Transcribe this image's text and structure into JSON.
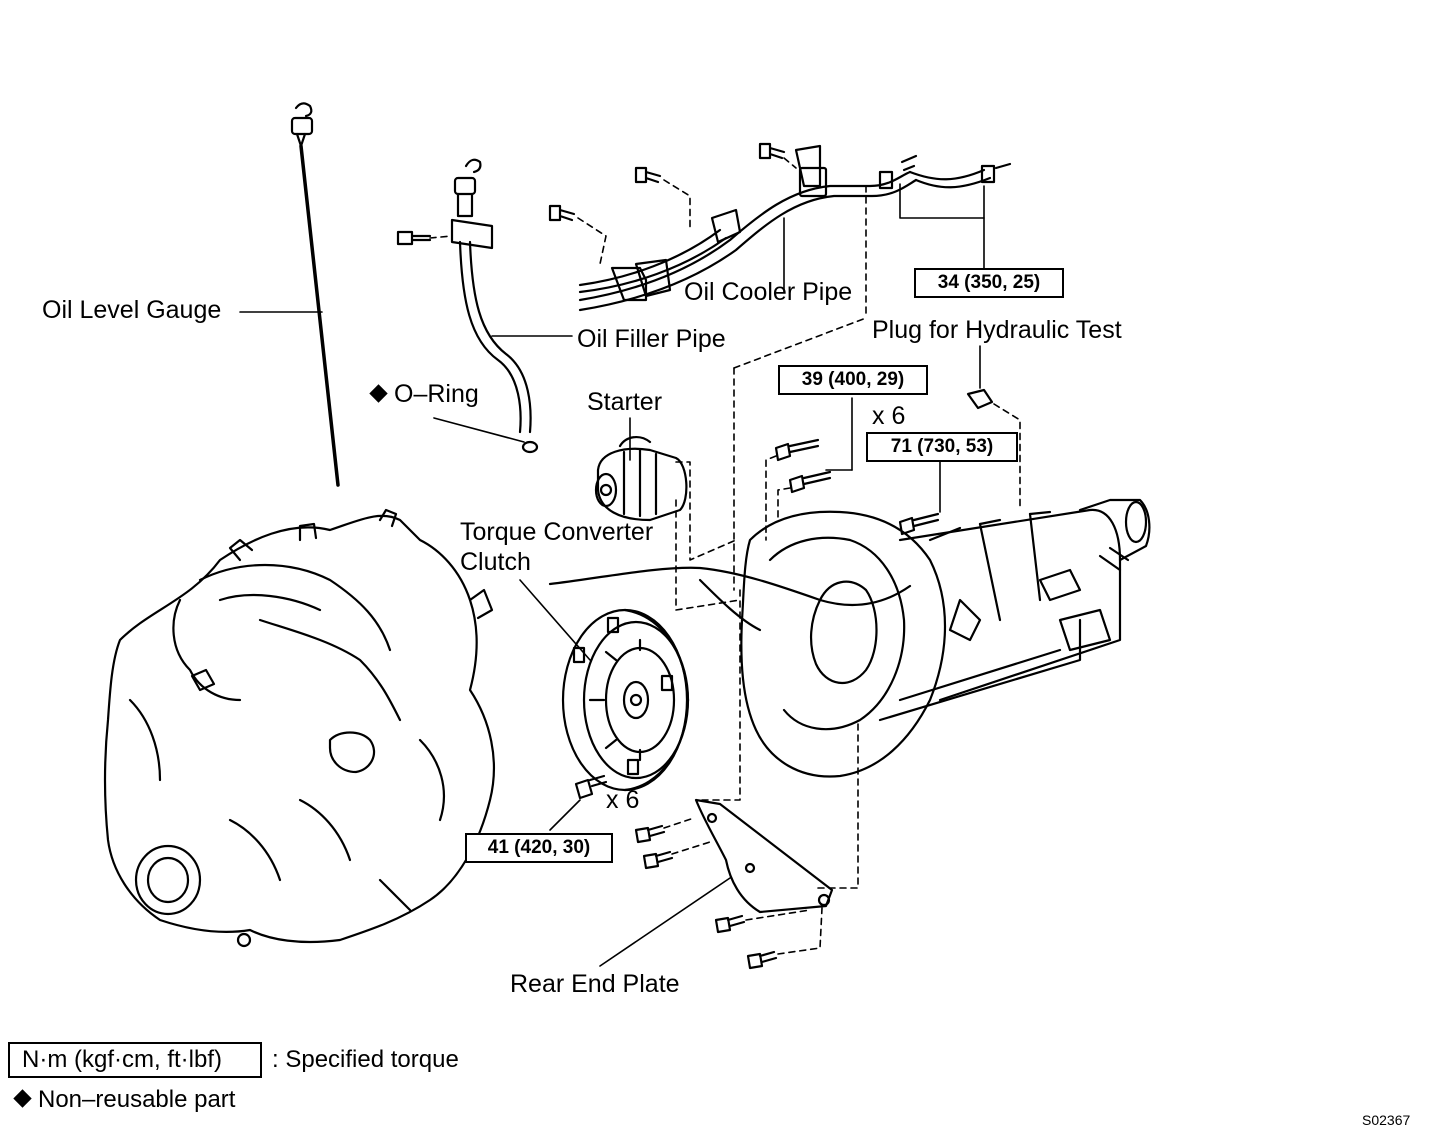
{
  "labels": {
    "oil_level_gauge": "Oil Level Gauge",
    "o_ring": "O–Ring",
    "oil_filler_pipe": "Oil Filler Pipe",
    "oil_cooler_pipe": "Oil Cooler Pipe",
    "plug_hydraulic_test": "Plug for Hydraulic Test",
    "starter": "Starter",
    "torque_converter_clutch": "Torque Converter\nClutch",
    "torque_converter_line1": "Torque Converter",
    "torque_converter_line2": "Clutch",
    "rear_end_plate": "Rear End Plate",
    "qty_top": "x 6",
    "qty_bottom": "x 6"
  },
  "torque_specs": {
    "cooler_pipe": "34 (350, 25)",
    "starter_bolt": "39 (400, 29)",
    "housing_bolt": "71 (730, 53)",
    "converter_bolt": "41 (420, 30)"
  },
  "legend": {
    "unit_box": "N·m (kgf·cm, ft·lbf)",
    "unit_desc": ": Specified torque",
    "non_reusable": "Non–reusable part"
  },
  "figure_code": "S02367"
}
